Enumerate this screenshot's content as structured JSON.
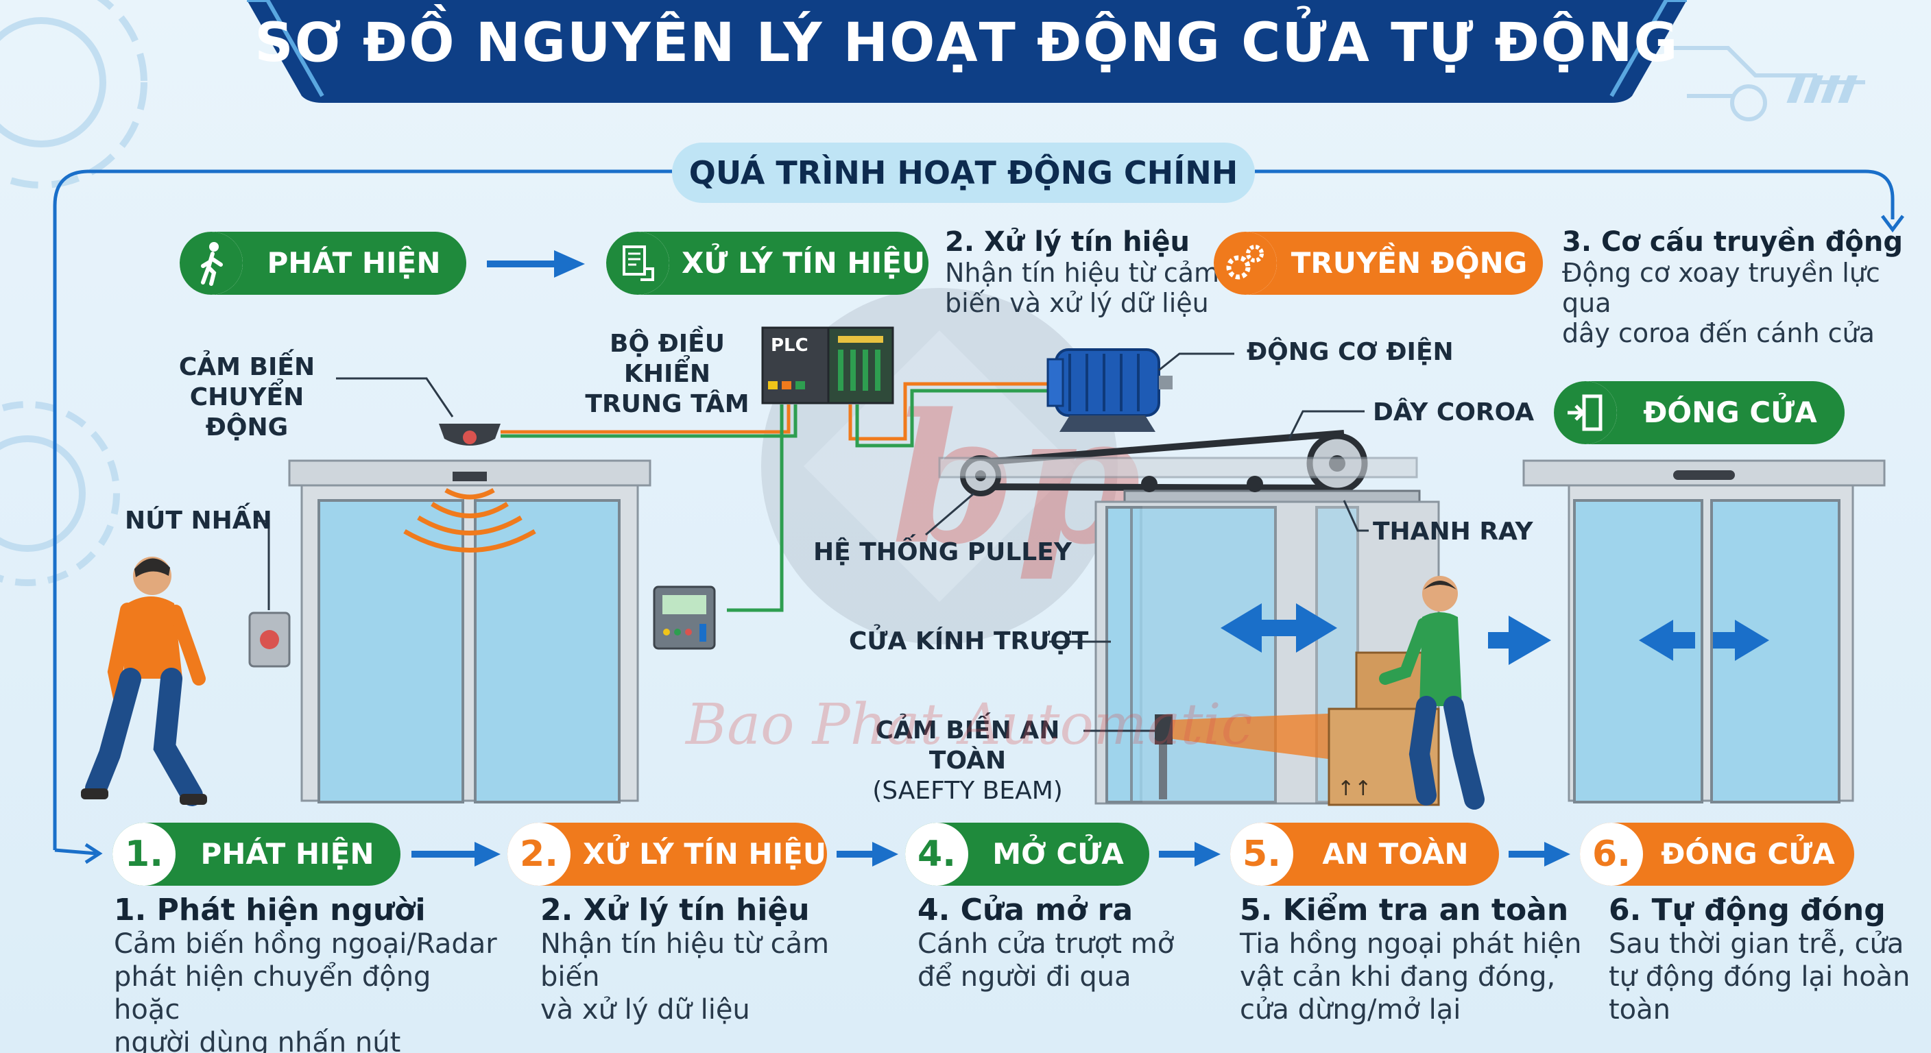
{
  "title": "SƠ ĐỒ NGUYÊN LÝ HOẠT ĐỘNG CỬA TỰ ĐỘNG",
  "section_label": "QUÁ TRÌNH HOẠT ĐỘNG CHÍNH",
  "top_pills": {
    "detect": "PHÁT HIỆN",
    "signal": "XỬ LÝ TÍN HIỆU",
    "drive": "TRUYỀN ĐỘNG",
    "close": "ĐÓNG CỬA"
  },
  "top_notes": {
    "signal_title": "2. Xử lý tín hiệu",
    "signal_desc_1": "Nhận tín hiệu từ cảm",
    "signal_desc_2": "biến và xử lý dữ liệu",
    "drive_title": "3. Cơ cấu truyền động",
    "drive_desc_1": "Động cơ xoay truyền lực qua",
    "drive_desc_2": "dây coroa đến cánh cửa"
  },
  "labels": {
    "motion_sensor_1": "CẢM BIẾN",
    "motion_sensor_2": "CHUYỂN ĐỘNG",
    "controller_1": "BỘ ĐIỀU KHIỂN",
    "controller_2": "TRUNG TÂM",
    "plc": "PLC",
    "motor": "ĐỘNG CƠ ĐIỆN",
    "belt": "DÂY COROA",
    "rail": "THANH RAY",
    "pulley": "HỆ THỐNG PULLEY",
    "push_button": "NÚT NHẤN",
    "sliding_glass": "CỬA KÍNH TRƯỢT",
    "safety_sensor": "CẢM BIẾN AN TOÀN",
    "safety_beam": "(SAEFTY BEAM)"
  },
  "watermark": "Bao Phat Automatic",
  "steps": [
    {
      "num": "1.",
      "label": "PHÁT HIỆN",
      "color": "#1f8a3c",
      "title": "1. Phát hiện người",
      "desc": [
        "Cảm biến hồng ngoại/Radar",
        "phát hiện chuyển động hoặc",
        "người dùng nhấn nút"
      ]
    },
    {
      "num": "2.",
      "label": "XỬ LÝ TÍN HIỆU",
      "color": "#f07a1c",
      "title": "2. Xử lý tín hiệu",
      "desc": [
        "Nhận tín hiệu từ cảm biến",
        "và xử lý dữ liệu"
      ]
    },
    {
      "num": "4.",
      "label": "MỞ CỬA",
      "color": "#1f8a3c",
      "title": "4. Cửa mở ra",
      "desc": [
        "Cánh cửa trượt mở",
        "để người đi qua"
      ]
    },
    {
      "num": "5.",
      "label": "AN TOÀN",
      "color": "#f07a1c",
      "title": "5. Kiểm tra an toàn",
      "desc": [
        "Tia hồng ngoại phát hiện",
        "vật cản khi đang đóng,",
        "cửa dừng/mở lại"
      ]
    },
    {
      "num": "6.",
      "label": "ĐÓNG CỬA",
      "color": "#f07a1c",
      "title": "6. Tự động đóng",
      "desc": [
        "Sau thời gian trễ, cửa",
        "tự động đóng lại hoàn",
        "toàn"
      ]
    }
  ],
  "colors": {
    "navy": "#0e3f86",
    "green": "#1f8a3c",
    "orange": "#f07a1c",
    "blue_arrow": "#1a6fc9"
  }
}
